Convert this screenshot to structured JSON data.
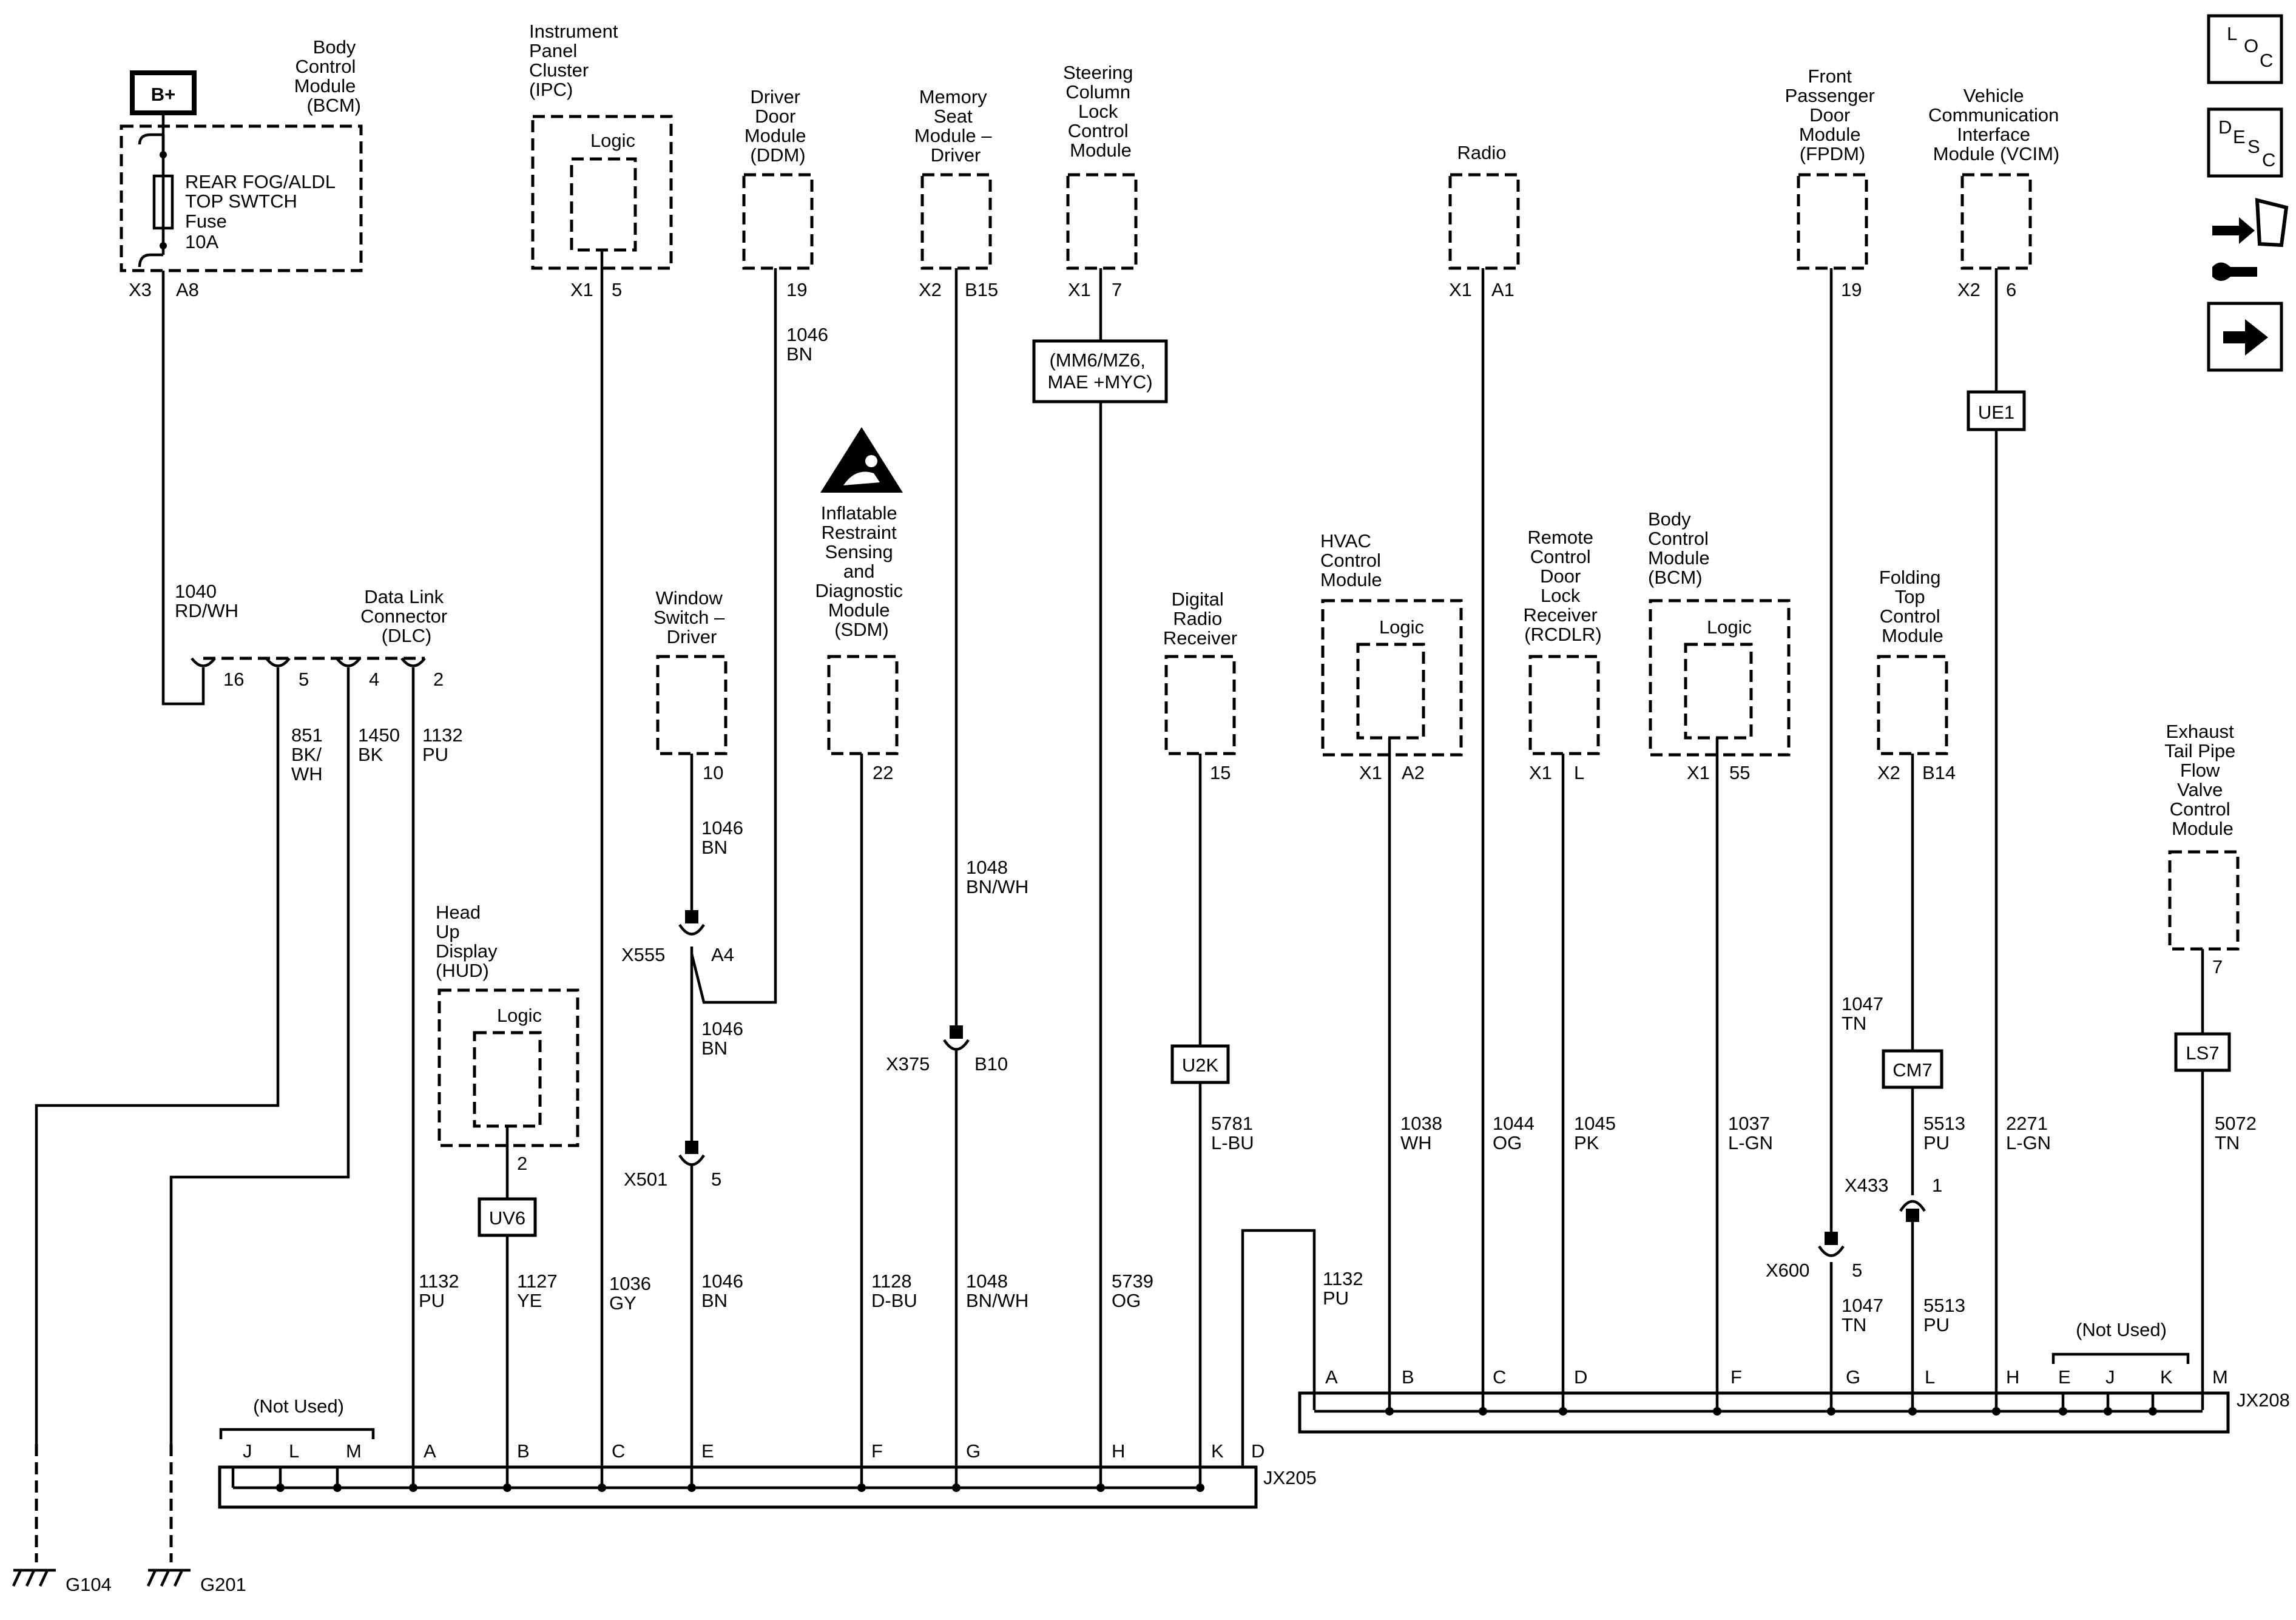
{
  "supply": {
    "label": "B+"
  },
  "modules": {
    "bcm_top": {
      "lines": [
        "Body",
        "Control",
        "Module",
        "(BCM)"
      ]
    },
    "fuse": {
      "lines": [
        "REAR FOG/ALDL",
        "TOP SWTCH",
        "Fuse",
        "10A"
      ]
    },
    "ipc": {
      "lines": [
        "Instrument",
        "Panel",
        "Cluster",
        "(IPC)"
      ],
      "inner": "Logic"
    },
    "ddm": {
      "lines": [
        "Driver",
        "Door",
        "Module",
        "(DDM)"
      ]
    },
    "msm": {
      "lines": [
        "Memory",
        "Seat",
        "Module –",
        "Driver"
      ]
    },
    "sclcm": {
      "lines": [
        "Steering",
        "Column",
        "Lock",
        "Control",
        "Module"
      ]
    },
    "radio": {
      "lines": [
        "Radio"
      ]
    },
    "fpdm": {
      "lines": [
        "Front",
        "Passenger",
        "Door",
        "Module",
        "(FPDM)"
      ]
    },
    "vcim": {
      "lines": [
        "Vehicle",
        "Communication",
        "Interface",
        "Module (VCIM)"
      ]
    },
    "dlc": {
      "lines": [
        "Data Link",
        "Connector",
        "(DLC)"
      ]
    },
    "wsd": {
      "lines": [
        "Window",
        "Switch –",
        "Driver"
      ]
    },
    "sdm": {
      "lines": [
        "Inflatable",
        "Restraint",
        "Sensing",
        "and",
        "Diagnostic",
        "Module",
        "(SDM)"
      ]
    },
    "drr": {
      "lines": [
        "Digital",
        "Radio",
        "Receiver"
      ]
    },
    "hvac": {
      "lines": [
        "HVAC",
        "Control",
        "Module"
      ],
      "inner": "Logic"
    },
    "rcdlr": {
      "lines": [
        "Remote",
        "Control",
        "Door",
        "Lock",
        "Receiver",
        "(RCDLR)"
      ]
    },
    "bcm_mid": {
      "lines": [
        "Body",
        "Control",
        "Module",
        "(BCM)"
      ],
      "inner": "Logic"
    },
    "ftcm": {
      "lines": [
        "Folding",
        "Top",
        "Control",
        "Module"
      ]
    },
    "etpfv": {
      "lines": [
        "Exhaust",
        "Tail Pipe",
        "Flow",
        "Valve",
        "Control",
        "Module"
      ]
    },
    "hud": {
      "lines": [
        "Head",
        "Up",
        "Display",
        "(HUD)"
      ],
      "inner": "Logic"
    }
  },
  "options": {
    "mm6": [
      "(MM6/MZ6,",
      "MAE +MYC)"
    ],
    "ue1": "UE1",
    "u2k": "U2K",
    "uv6": "UV6",
    "cm7": "CM7",
    "ls7": "LS7"
  },
  "pins": {
    "bcm_x3": "X3",
    "bcm_a8": "A8",
    "ipc_x1": "X1",
    "ipc_5": "5",
    "ddm_19": "19",
    "msm_x2": "X2",
    "msm_b15": "B15",
    "scl_x1": "X1",
    "scl_7": "7",
    "radio_x1": "X1",
    "radio_a1": "A1",
    "fpdm_19": "19",
    "vcim_x2": "X2",
    "vcim_6": "6",
    "dlc_16": "16",
    "dlc_5": "5",
    "dlc_4": "4",
    "dlc_2": "2",
    "wsd_10": "10",
    "sdm_22": "22",
    "drr_15": "15",
    "hvac_x1": "X1",
    "hvac_a2": "A2",
    "rcdlr_x1": "X1",
    "rcdlr_l": "L",
    "bcm2_x1": "X1",
    "bcm2_55": "55",
    "ftcm_x2": "X2",
    "ftcm_b14": "B14",
    "etp_7": "7",
    "hud_2": "2"
  },
  "inline": {
    "x555": "X555",
    "a4": "A4",
    "x501": "X501",
    "x501_pin": "5",
    "x375": "X375",
    "b10": "B10",
    "x433": "X433",
    "x433_pin": "1",
    "x600": "X600",
    "x600_pin": "5"
  },
  "wires": {
    "w1040": [
      "1040",
      "RD/WH"
    ],
    "w1046a": [
      "1046",
      "BN"
    ],
    "w851": [
      "851",
      "BK/",
      "WH"
    ],
    "w1450": [
      "1450",
      "BK"
    ],
    "w1132a": [
      "1132",
      "PU"
    ],
    "w1046b": [
      "1046",
      "BN"
    ],
    "w1046c": [
      "1046",
      "BN"
    ],
    "w1048a": [
      "1048",
      "BN/WH"
    ],
    "w1047a": [
      "1047",
      "TN"
    ],
    "w5781": [
      "5781",
      "L-BU"
    ],
    "w1038": [
      "1038",
      "WH"
    ],
    "w1044": [
      "1044",
      "OG"
    ],
    "w1045": [
      "1045",
      "PK"
    ],
    "w1037": [
      "1037",
      "L-GN"
    ],
    "w5513a": [
      "5513",
      "PU"
    ],
    "w2271": [
      "2271",
      "L-GN"
    ],
    "w5072": [
      "5072",
      "TN"
    ],
    "w1132b": [
      "1132",
      "PU"
    ],
    "w1127": [
      "1127",
      "YE"
    ],
    "w1036": [
      "1036",
      "GY"
    ],
    "w1046d": [
      "1046",
      "BN"
    ],
    "w1128": [
      "1128",
      "D-BU"
    ],
    "w1048b": [
      "1048",
      "BN/WH"
    ],
    "w5739": [
      "5739",
      "OG"
    ],
    "w1132c": [
      "1132",
      "PU"
    ],
    "w1047b": [
      "1047",
      "TN"
    ],
    "w5513b": [
      "5513",
      "PU"
    ]
  },
  "splice_jx205": {
    "name": "JX205",
    "not_used": "(Not Used)",
    "pins": [
      "J",
      "L",
      "M",
      "A",
      "B",
      "C",
      "E",
      "F",
      "G",
      "H",
      "K",
      "D"
    ]
  },
  "splice_jx208": {
    "name": "JX208",
    "not_used": "(Not Used)",
    "pins": [
      "A",
      "B",
      "C",
      "D",
      "F",
      "G",
      "L",
      "H",
      "E",
      "J",
      "K",
      "M"
    ]
  },
  "grounds": {
    "g104": "G104",
    "g201": "G201"
  },
  "legend": {
    "loc": [
      "L",
      "O",
      "C"
    ],
    "desc": [
      "D",
      "E",
      "S",
      "C"
    ],
    "connector_icon": "connector-icon",
    "next_icon": "arrow-right-icon"
  }
}
